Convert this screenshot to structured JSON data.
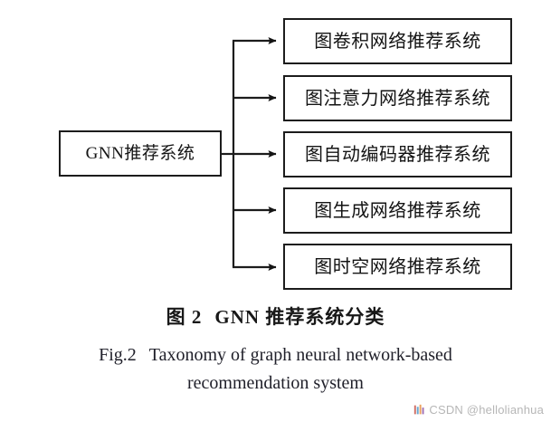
{
  "figure": {
    "root": {
      "label": "GNN推荐系统"
    },
    "children": [
      {
        "label": "图卷积网络推荐系统"
      },
      {
        "label": "图注意力网络推荐系统"
      },
      {
        "label": "图自动编码器推荐系统"
      },
      {
        "label": "图生成网络推荐系统"
      },
      {
        "label": "图时空网络推荐系统"
      }
    ],
    "caption": {
      "number_cn": "图 2",
      "title_cn": "GNN 推荐系统分类",
      "number_en": "Fig.2",
      "title_en_line1": "Taxonomy of graph neural network-based",
      "title_en_line2": "recommendation system"
    },
    "colors": {
      "stroke": "#1c1c1c",
      "text": "#141414",
      "background": "#ffffff",
      "watermark": "#9a9a9a"
    }
  },
  "watermark": {
    "text": "CSDN @hellolianhua",
    "logo_icon": "csdn-logo-icon"
  }
}
